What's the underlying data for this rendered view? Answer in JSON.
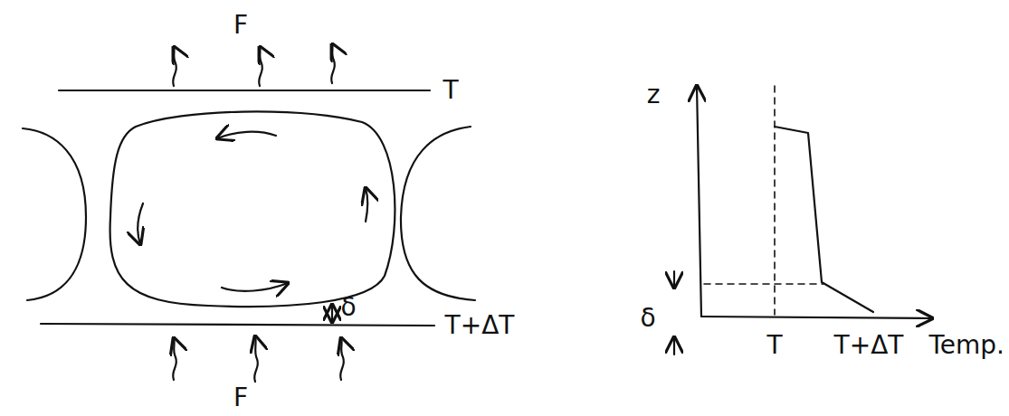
{
  "diagram": {
    "labels": [
      "F",
      "T",
      "δ",
      "T+ΔT",
      "F",
      "z",
      "δ",
      "T",
      "T+ΔT",
      "Temp."
    ]
  }
}
